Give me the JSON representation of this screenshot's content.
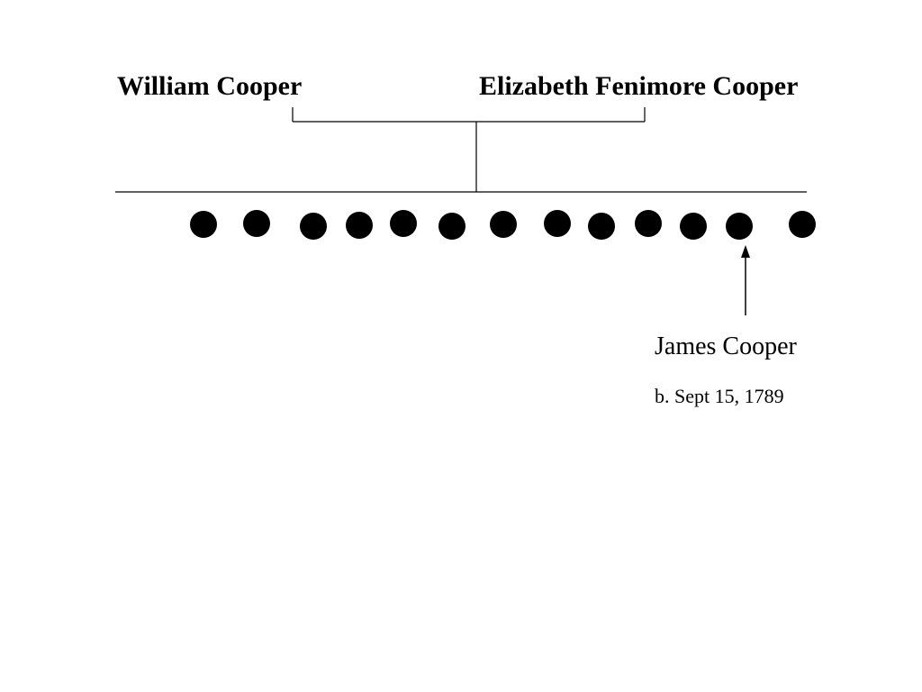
{
  "parents": {
    "father": "William Cooper",
    "mother": "Elizabeth Fenimore Cooper"
  },
  "children": {
    "count": 13,
    "highlighted_index": 11
  },
  "highlight": {
    "name": "James Cooper",
    "birth": "b. Sept 15, 1789"
  },
  "colors": {
    "line": "#000000",
    "node": "#000000",
    "background": "#ffffff"
  }
}
